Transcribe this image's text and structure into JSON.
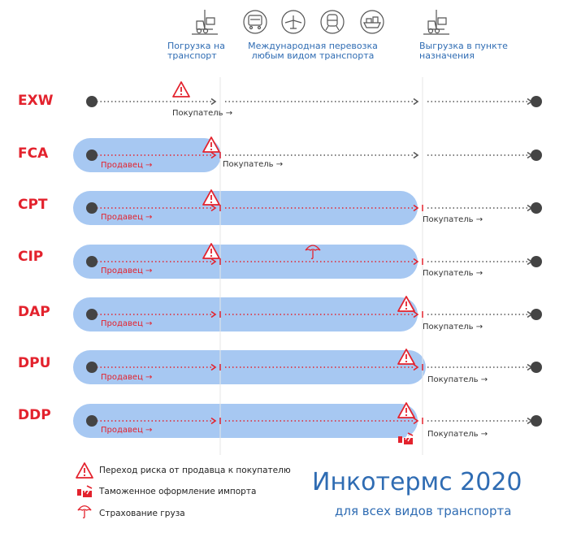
{
  "colors": {
    "accent_red": "#e3222d",
    "accent_blue": "#2f6cb3",
    "band_blue": "#a7c8f2",
    "dot_dark": "#444444"
  },
  "header": {
    "stage_loading": "Погрузка на\nтранспорт",
    "stage_transport": "Международная перевозка\nлюбым видом транспорта",
    "stage_unloading": "Выгрузка в пункте\nназначения",
    "icons": [
      "forklift-loading-icon",
      "truck-icon",
      "airplane-icon",
      "train-icon",
      "ship-icon",
      "forklift-unloading-icon"
    ]
  },
  "terms": [
    {
      "code": "EXW",
      "risk_transfer_stage": 0,
      "seller_stage": 0,
      "seller_label": "",
      "buyer_label": "Покупатель →",
      "insurance": false,
      "customs": false
    },
    {
      "code": "FCA",
      "risk_transfer_stage": 1,
      "seller_stage": 1,
      "seller_label": "Продавец →",
      "buyer_label": "Покупатель →",
      "insurance": false,
      "customs": false
    },
    {
      "code": "CPT",
      "risk_transfer_stage": 1,
      "seller_stage": 2,
      "seller_label": "Продавец →",
      "buyer_label": "Покупатель →",
      "insurance": false,
      "customs": false
    },
    {
      "code": "CIP",
      "risk_transfer_stage": 1,
      "seller_stage": 2,
      "seller_label": "Продавец →",
      "buyer_label": "Покупатель →",
      "insurance": true,
      "customs": false
    },
    {
      "code": "DAP",
      "risk_transfer_stage": 2,
      "seller_stage": 2,
      "seller_label": "Продавец →",
      "buyer_label": "Покупатель →",
      "insurance": false,
      "customs": false
    },
    {
      "code": "DPU",
      "risk_transfer_stage": 2,
      "seller_stage": 2,
      "seller_label": "Продавец →",
      "buyer_label": "Покупатель →",
      "insurance": false,
      "customs": false
    },
    {
      "code": "DDP",
      "risk_transfer_stage": 2,
      "seller_stage": 2,
      "seller_label": "Продавец →",
      "buyer_label": "Покупатель →",
      "insurance": false,
      "customs": true
    }
  ],
  "legend": [
    {
      "icon": "warning-triangle-icon",
      "text": "Переход риска от продавца к покупателю"
    },
    {
      "icon": "customs-icon",
      "text": "Таможенное оформление импорта"
    },
    {
      "icon": "umbrella-icon",
      "text": "Страхование груза"
    }
  ],
  "branding": {
    "title": "Инкотермс 2020",
    "subtitle": "для всех видов транспорта"
  }
}
